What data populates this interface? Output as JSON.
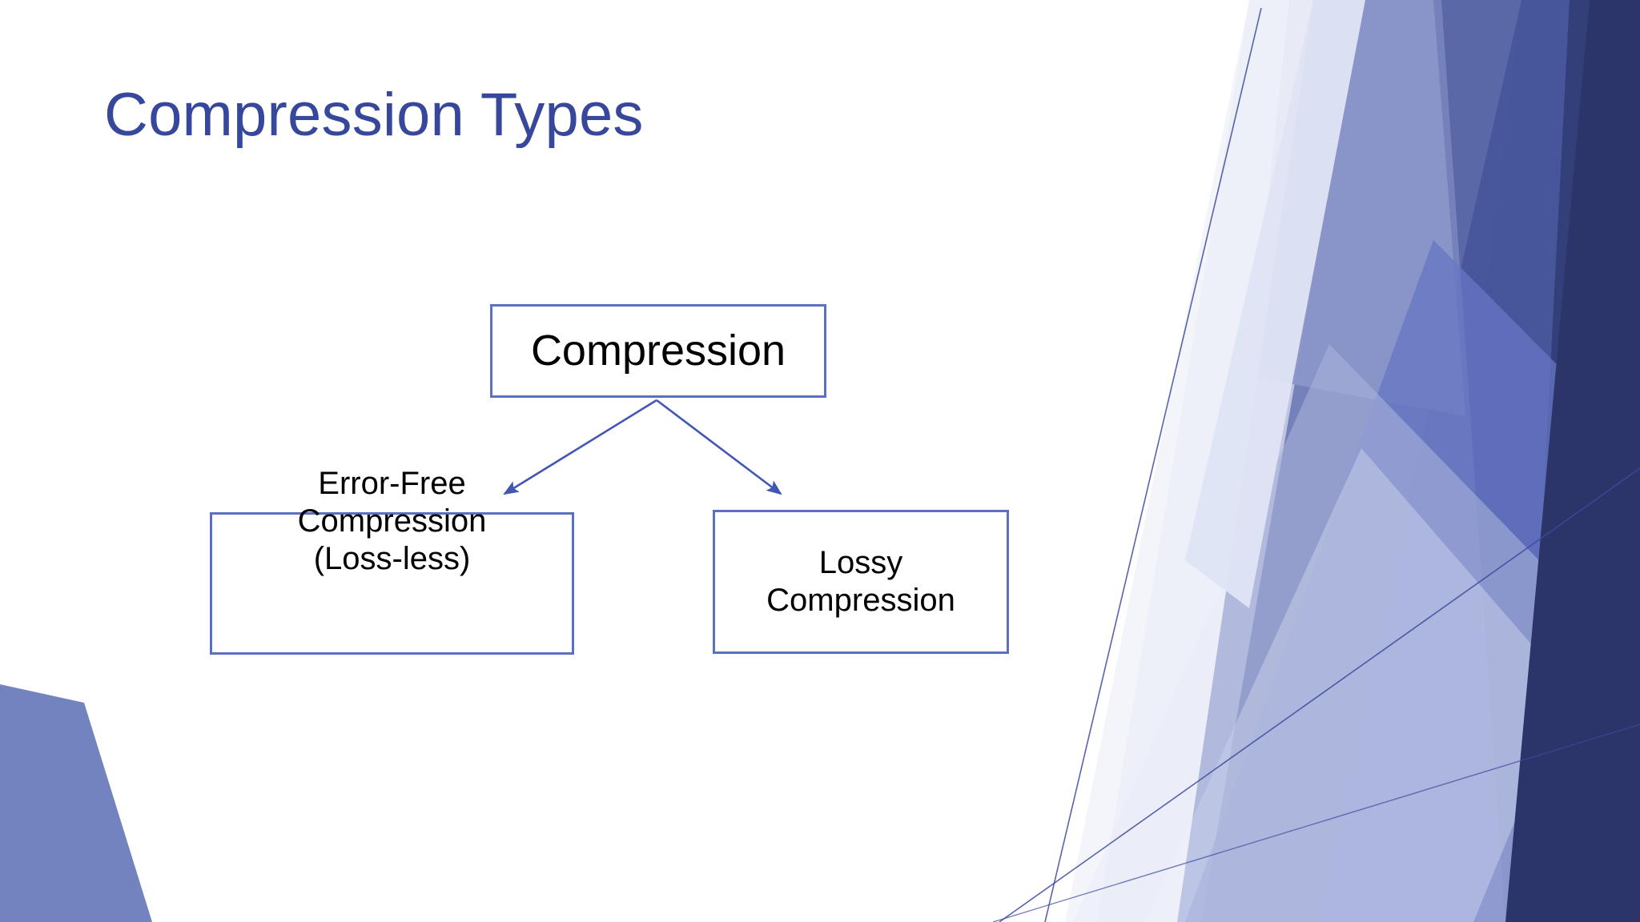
{
  "slide": {
    "title": "Compression Types",
    "title_color": "#37479B",
    "background_color": "#FFFFFF"
  },
  "diagram": {
    "type": "tree",
    "accent_color": "#5B6FC3",
    "node_text_color": "#000000",
    "nodes": [
      {
        "id": "root",
        "label": "Compression",
        "lines": [
          "Compression"
        ]
      },
      {
        "id": "lossless",
        "label": "Error-Free Compression (Loss-less)",
        "lines": [
          "Error-Free",
          "Compression",
          "(Loss-less)"
        ]
      },
      {
        "id": "lossy",
        "label": "Lossy Compression",
        "lines": [
          "Lossy",
          "Compression"
        ]
      }
    ],
    "edges": [
      {
        "from": "root",
        "to": "lossless",
        "arrowhead": "solid-triangle"
      },
      {
        "from": "root",
        "to": "lossy",
        "arrowhead": "solid-triangle"
      }
    ]
  },
  "theme": {
    "name": "angular-banded-blue",
    "palette": {
      "navy_dark": "#2B3569",
      "navy": "#334079",
      "indigo": "#49589E",
      "blue_mid": "#6677C4",
      "periwinkle": "#8A96C8",
      "periwinkle_light": "#A8B2DA",
      "lavender": "#C7CEE9",
      "lavender_pale": "#DFE4F4",
      "near_white": "#F2F4FB",
      "hairline": "#3B4A9E",
      "corner_wedge": "#7283C0"
    }
  }
}
